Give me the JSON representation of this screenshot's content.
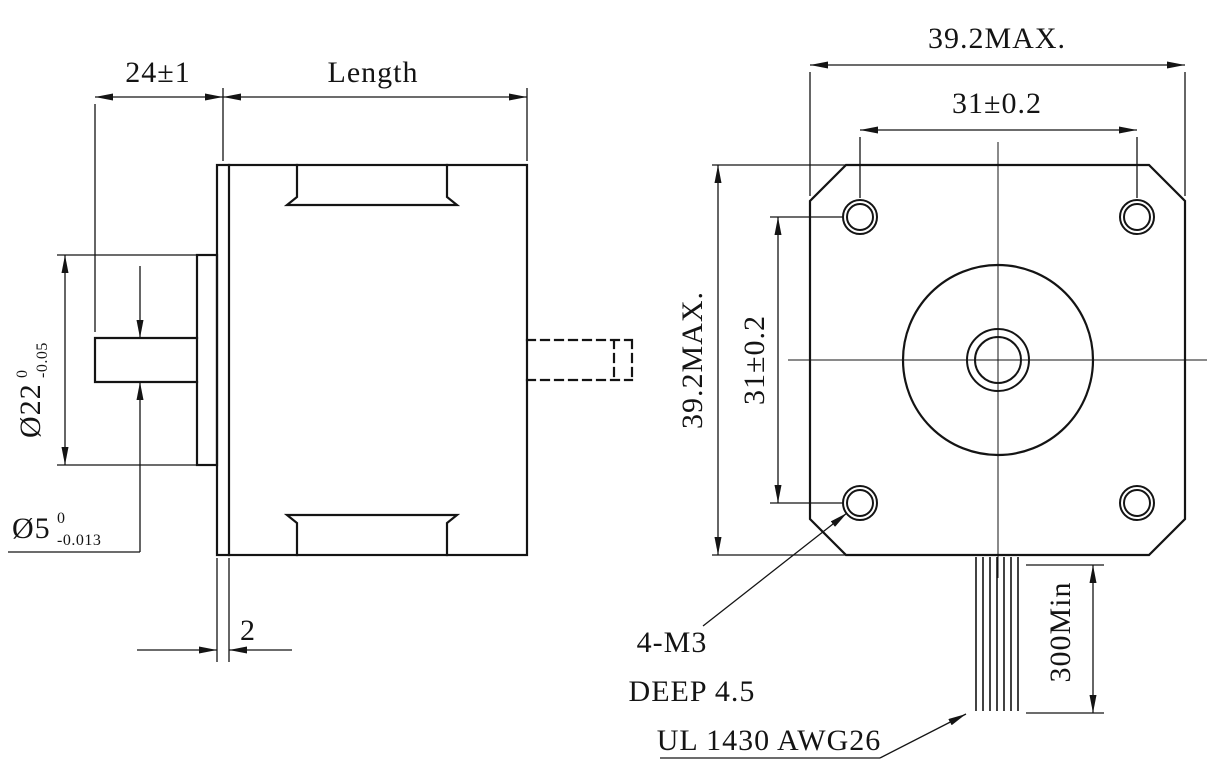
{
  "drawing": {
    "side_view": {
      "shaft_length_dim": "24±1",
      "body_length_dim": "Length",
      "pilot_dia_prefix": "Ø22",
      "pilot_dia_tol_upper": "0",
      "pilot_dia_tol_lower": "-0.05",
      "shaft_dia_prefix": "Ø5",
      "shaft_dia_tol_upper": "0",
      "shaft_dia_tol_lower": "-0.013",
      "boss_depth_dim": "2"
    },
    "front_view": {
      "width_dim": "39.2MAX.",
      "hole_spacing_h_dim": "31±0.2",
      "height_dim": "39.2MAX.",
      "hole_spacing_v_dim": "31±0.2",
      "mounting_hole_callout": "4-M3",
      "hole_depth_callout": "DEEP 4.5",
      "leadwire_callout": "UL 1430 AWG26",
      "leadwire_length_dim": "300Min"
    },
    "colors": {
      "line": "#141414",
      "background": "#ffffff"
    }
  }
}
